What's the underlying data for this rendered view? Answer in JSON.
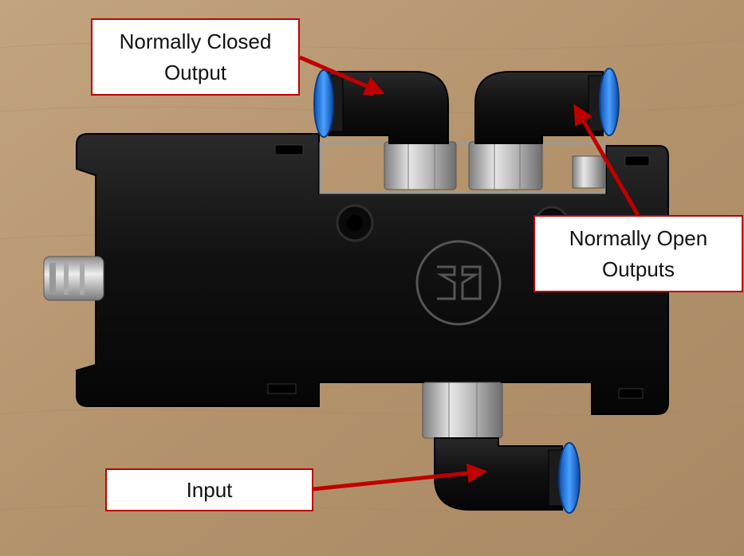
{
  "image": {
    "subject": "pneumatic-valve-manifold-photo",
    "callout_border_color": "#c00000",
    "arrow_color": "#c00000"
  },
  "callouts": {
    "normally_closed": {
      "line1": "Normally Closed",
      "line2": "Output"
    },
    "normally_open": {
      "line1": "Normally Open",
      "line2": "Outputs"
    },
    "input": {
      "line1": "Input"
    }
  }
}
